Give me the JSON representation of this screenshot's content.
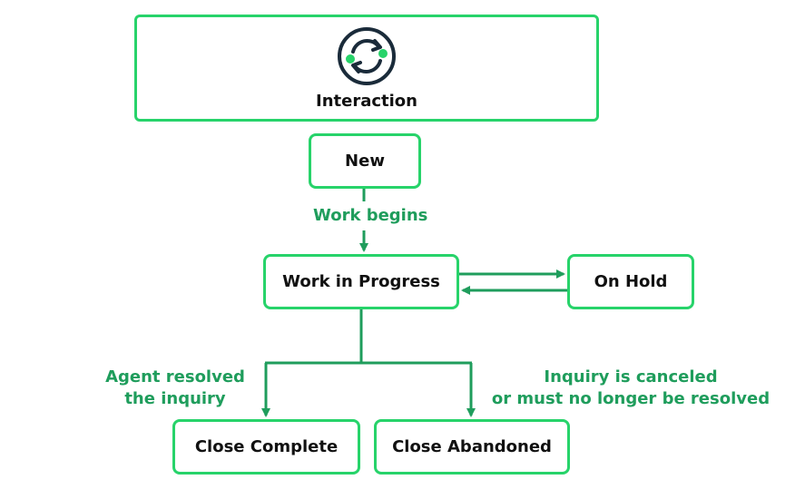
{
  "colors": {
    "box_border": "#27d36a",
    "edge": "#1f9d5c",
    "icon_ring": "#1a2b3a",
    "icon_dot": "#27d36a",
    "text": "#111111"
  },
  "header": {
    "icon": "sync-arrows-icon",
    "title": "Interaction"
  },
  "states": {
    "new": "New",
    "work_in_progress": "Work in Progress",
    "on_hold": "On Hold",
    "close_complete": "Close Complete",
    "close_abandoned": "Close Abandoned"
  },
  "transitions": {
    "work_begins": "Work begins",
    "agent_resolved_line1": "Agent resolved",
    "agent_resolved_line2": "the inquiry",
    "canceled_line1": "Inquiry is canceled",
    "canceled_line2": "or must no longer be resolved"
  }
}
